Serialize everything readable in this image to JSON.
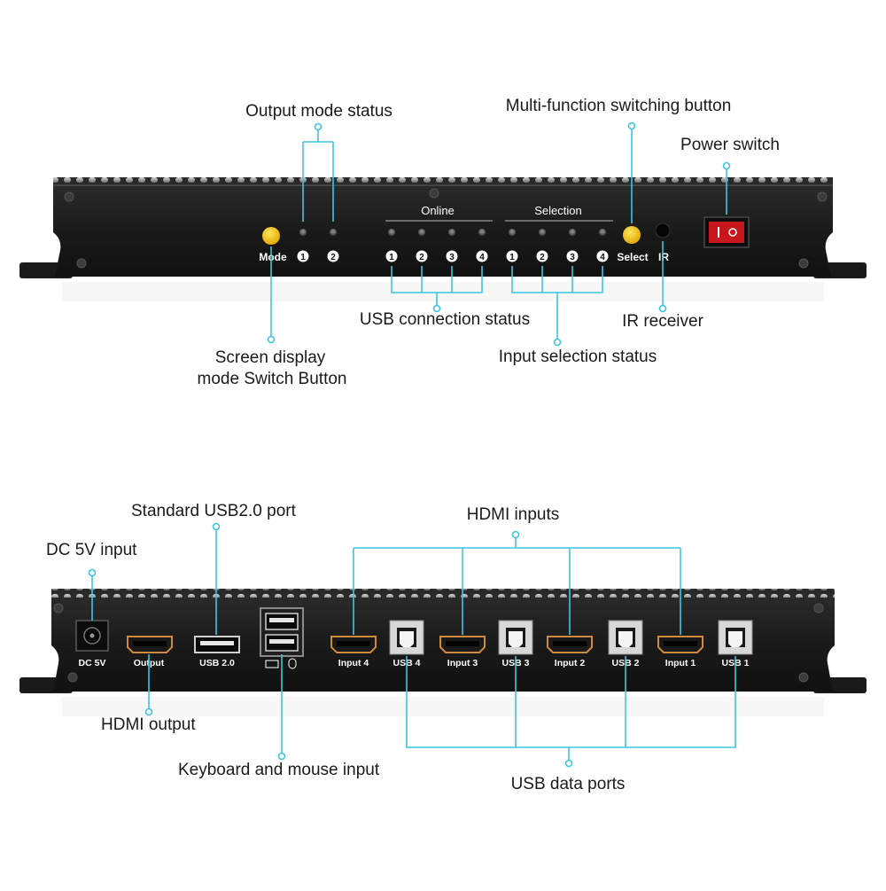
{
  "front_panel": {
    "callouts": {
      "output_mode_status": "Output mode status",
      "multi_function_button": "Multi-function switching button",
      "power_switch": "Power switch",
      "usb_connection_status": "USB connection status",
      "ir_receiver": "IR receiver",
      "screen_display_line1": "Screen display",
      "screen_display_line2": "mode Switch Button",
      "input_selection_status": "Input selection status"
    },
    "labels": {
      "mode": "Mode",
      "online": "Online",
      "selection": "Selection",
      "select": "Select",
      "ir": "IR",
      "output_mode_numbers": [
        "1",
        "2"
      ],
      "online_numbers": [
        "1",
        "2",
        "3",
        "4"
      ],
      "selection_numbers": [
        "1",
        "2",
        "3",
        "4"
      ]
    }
  },
  "back_panel": {
    "callouts": {
      "standard_usb": "Standard USB2.0 port",
      "dc_input": "DC 5V input",
      "hdmi_inputs": "HDMI inputs",
      "hdmi_output": "HDMI output",
      "keyboard_mouse": "Keyboard and mouse input",
      "usb_data_ports": "USB data ports"
    },
    "ports": {
      "dc": "DC 5V",
      "output": "Output",
      "usb20": "USB 2.0",
      "input4": "Input 4",
      "usb4": "USB 4",
      "input3": "Input 3",
      "usb3": "USB 3",
      "input2": "Input 2",
      "usb2": "USB 2",
      "input1": "Input 1",
      "usb1": "USB 1"
    }
  },
  "colors": {
    "accent_lines": "#3cc6e0",
    "panel": "#1b1b1b",
    "button_yellow": "#f2c21b"
  }
}
